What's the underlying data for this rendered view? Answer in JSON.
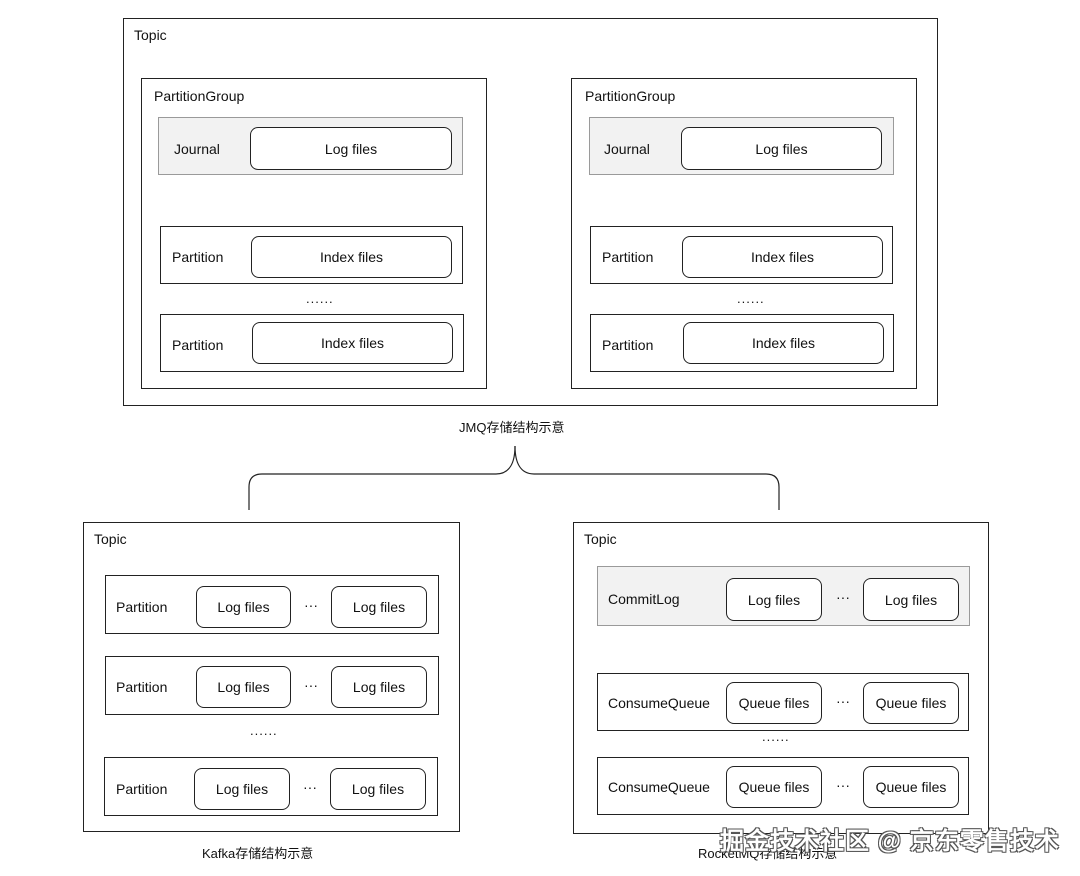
{
  "jmq": {
    "topic_label": "Topic",
    "caption": "JMQ存储结构示意",
    "groups": [
      {
        "label": "PartitionGroup",
        "journal_label": "Journal",
        "journal_file": "Log files",
        "partitions": [
          {
            "label": "Partition",
            "file": "Index files"
          },
          {
            "label": "Partition",
            "file": "Index files"
          }
        ],
        "ellipsis": "......"
      },
      {
        "label": "PartitionGroup",
        "journal_label": "Journal",
        "journal_file": "Log files",
        "partitions": [
          {
            "label": "Partition",
            "file": "Index files"
          },
          {
            "label": "Partition",
            "file": "Index files"
          }
        ],
        "ellipsis": "......"
      }
    ]
  },
  "kafka": {
    "topic_label": "Topic",
    "caption": "Kafka存储结构示意",
    "rows": [
      {
        "label": "Partition",
        "file1": "Log files",
        "sep": "···",
        "file2": "Log files"
      },
      {
        "label": "Partition",
        "file1": "Log files",
        "sep": "···",
        "file2": "Log files"
      },
      {
        "label": "Partition",
        "file1": "Log files",
        "sep": "···",
        "file2": "Log files"
      }
    ],
    "ellipsis": "......"
  },
  "rocketmq": {
    "topic_label": "Topic",
    "caption": "RocketMQ存储结构示意",
    "commitlog": {
      "label": "CommitLog",
      "file1": "Log files",
      "sep": "···",
      "file2": "Log files"
    },
    "queues": [
      {
        "label": "ConsumeQueue",
        "file1": "Queue files",
        "sep": "···",
        "file2": "Queue files"
      },
      {
        "label": "ConsumeQueue",
        "file1": "Queue files",
        "sep": "···",
        "file2": "Queue files"
      }
    ],
    "ellipsis": "......"
  },
  "watermark": "掘金技术社区 @ 京东零售技术"
}
